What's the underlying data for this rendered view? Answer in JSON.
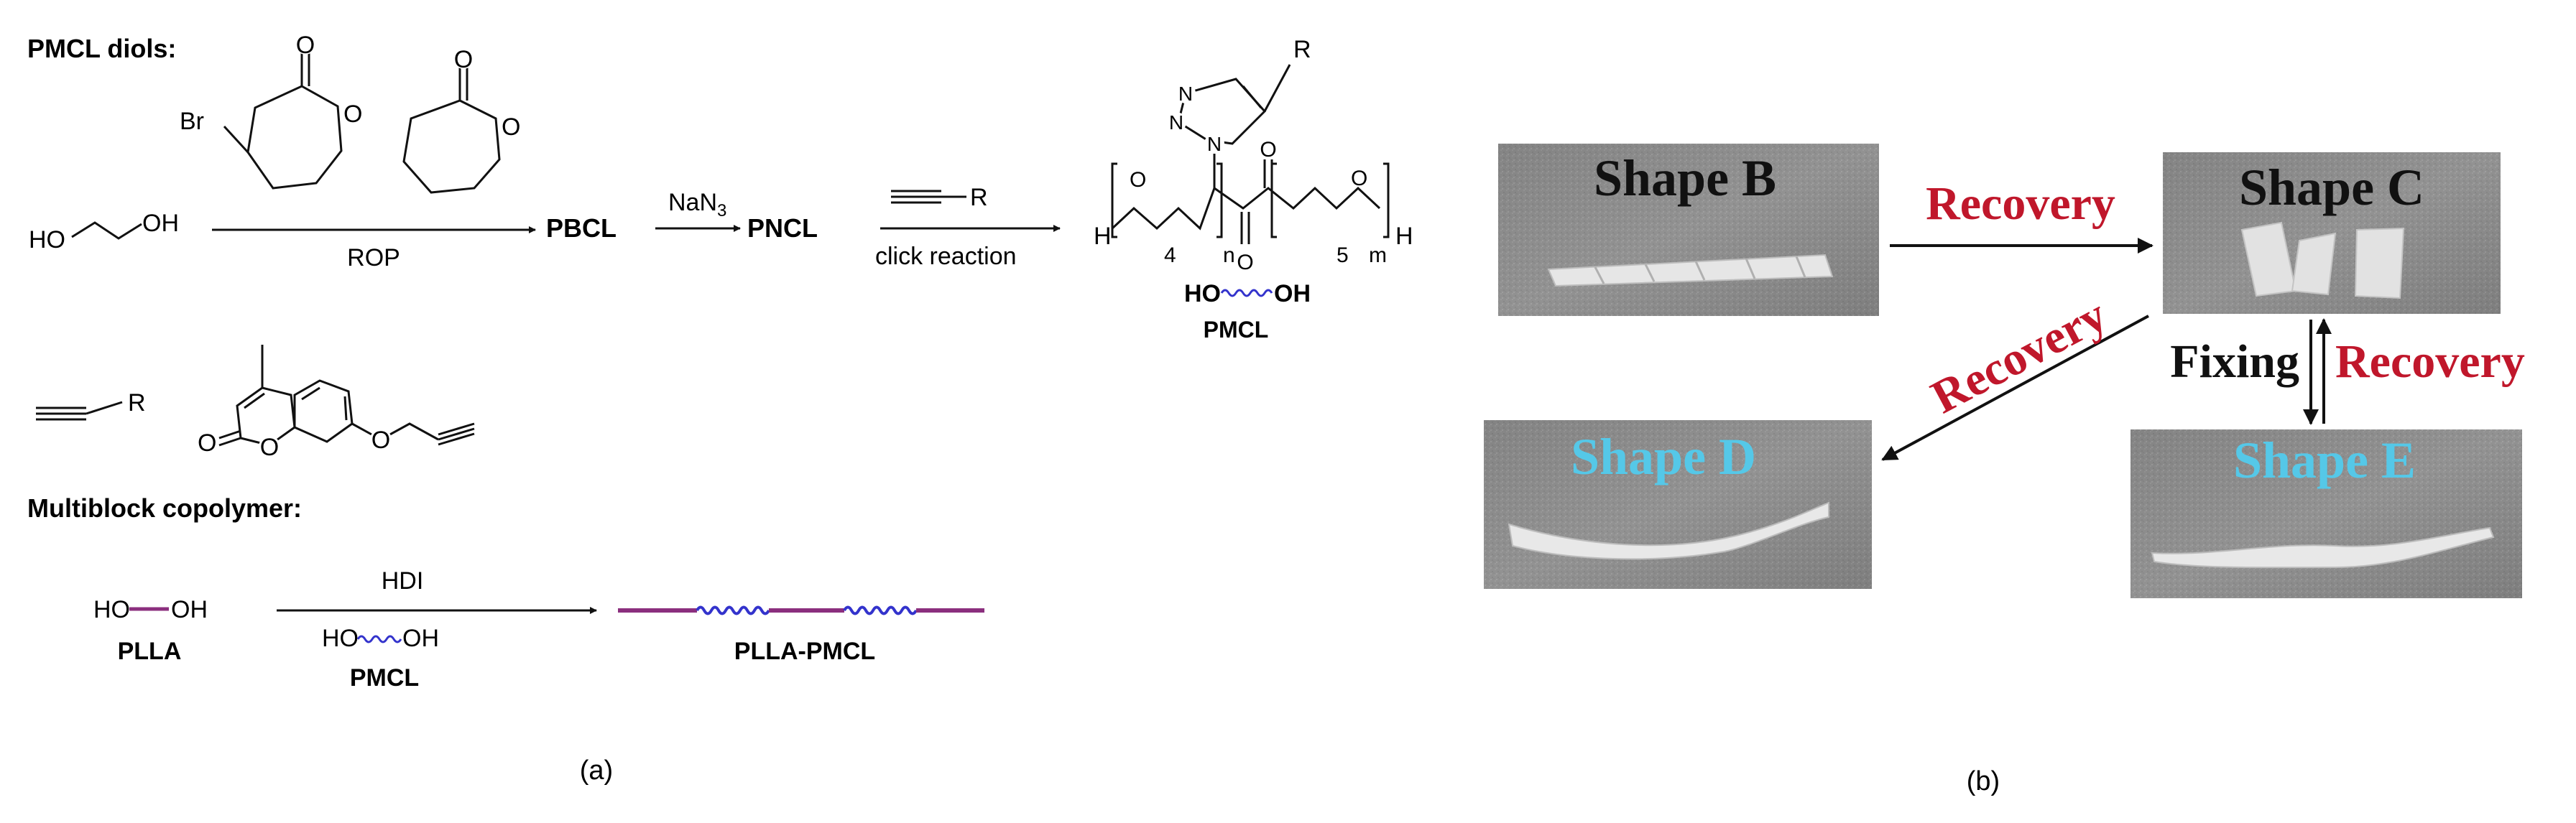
{
  "panel_a": {
    "section_diols": "PMCL diols:",
    "section_multiblock": "Multiblock copolymer:",
    "reactant_diol": "HO",
    "reactant_diol_oh": "OH",
    "br_label": "Br",
    "step1_label": "ROP",
    "product1": "PBCL",
    "step2_reagent": "NaN",
    "step2_subscript": "3",
    "product2": "PNCL",
    "step3_label": "click reaction",
    "alkyne_r": "R",
    "triazole_r": "R",
    "repeat_4": "4",
    "repeat_n": "n",
    "repeat_5": "5",
    "repeat_m": "m",
    "h_left": "H",
    "h_right": "H",
    "pmcl_ho": "HO",
    "pmcl_oh": "OH",
    "pmcl_name": "PMCL",
    "plla_ho": "HO",
    "plla_oh": "OH",
    "plla_name": "PLLA",
    "hdi_label": "HDI",
    "copolymer_name": "PLLA-PMCL",
    "caption": "(a)"
  },
  "panel_b": {
    "shape_b": "Shape B",
    "shape_c": "Shape C",
    "shape_d": "Shape D",
    "shape_e": "Shape E",
    "recovery_1": "Recovery",
    "recovery_2": "Recovery",
    "recovery_3": "Recovery",
    "fixing": "Fixing",
    "caption": "(b)"
  },
  "colors": {
    "purple": "#8b2f7e",
    "blue": "#3333cc",
    "red": "#c0172b",
    "cyan": "#55c8e8"
  }
}
